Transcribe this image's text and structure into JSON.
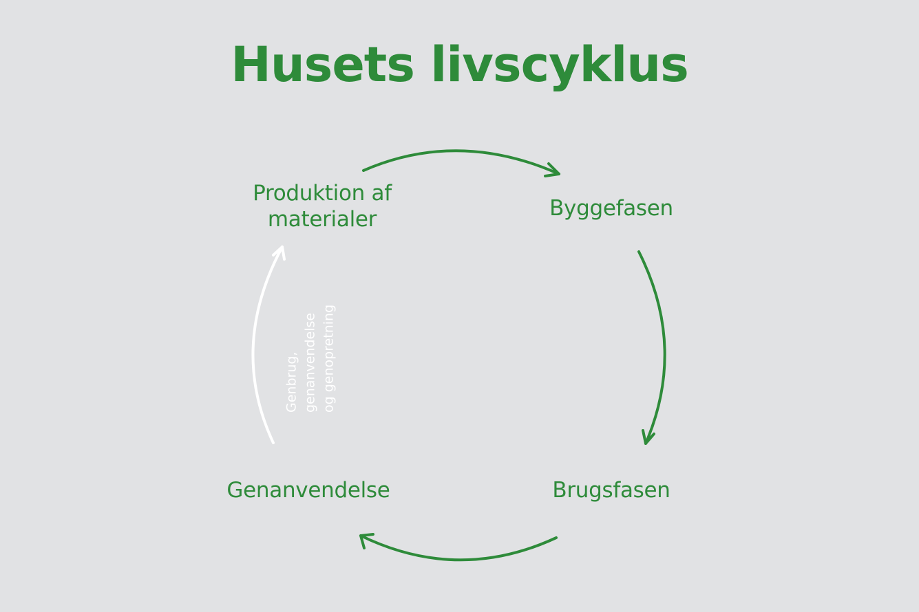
{
  "title": "Husets livscyklus",
  "stages": {
    "production": {
      "lines": [
        "Produktion af",
        "materialer"
      ]
    },
    "build": {
      "label": "Byggefasen"
    },
    "use": {
      "label": "Brugsfasen"
    },
    "reuse": {
      "label": "Genanvendelse"
    }
  },
  "loop_note": {
    "lines": [
      "Genbrug,",
      "genanvendelse",
      "og genopretning"
    ]
  },
  "colors": {
    "background": "#e1e2e4",
    "accent": "#2e8b3a",
    "loop_arrow": "#ffffff"
  }
}
